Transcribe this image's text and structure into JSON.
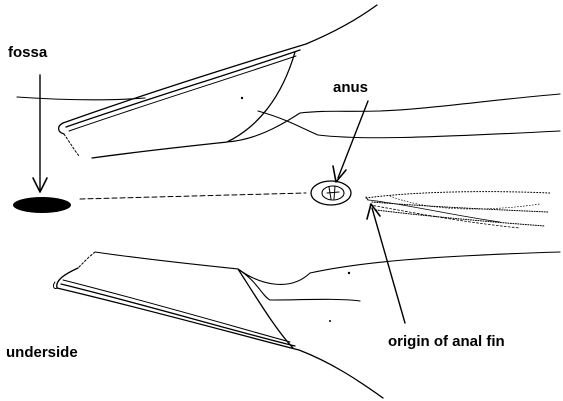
{
  "labels": {
    "fossa": "fossa",
    "anus": "anus",
    "underside": "underside",
    "origin_of_anal_fin": "origin of anal fin"
  },
  "colors": {
    "ink": "#000000",
    "background": "#ffffff"
  }
}
